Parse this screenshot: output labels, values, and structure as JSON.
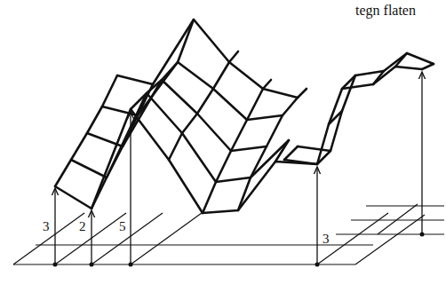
{
  "diagram": {
    "labels": [
      "tegn flaten",
      "3",
      "2",
      "5",
      "3"
    ]
  }
}
